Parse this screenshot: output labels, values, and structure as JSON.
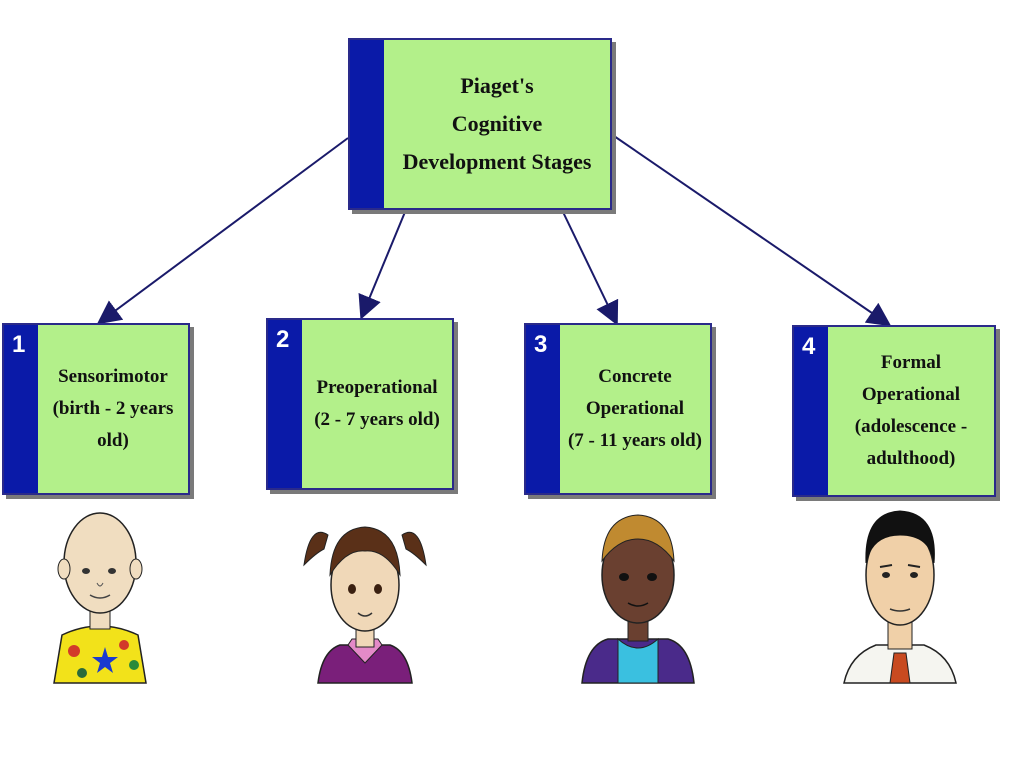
{
  "root": {
    "lines": [
      "Piaget's",
      "Cognitive",
      "Development Stages"
    ]
  },
  "stages": [
    {
      "number": "1",
      "lines": [
        "Sensorimotor",
        "(birth - 2 years",
        "old)"
      ]
    },
    {
      "number": "2",
      "lines": [
        "Preoperational",
        "(2 - 7 years old)"
      ]
    },
    {
      "number": "3",
      "lines": [
        "Concrete",
        "Operational",
        "(7 - 11 years old)"
      ]
    },
    {
      "number": "4",
      "lines": [
        "Formal Operational",
        "(adolescence -",
        "adulthood)"
      ]
    }
  ],
  "colors": {
    "box_fill": "#b3f08a",
    "side_bar": "#0a1aa8",
    "arrow": "#1a1a6a"
  },
  "icons": [
    "baby-icon",
    "girl-icon",
    "boy-icon",
    "man-icon"
  ]
}
